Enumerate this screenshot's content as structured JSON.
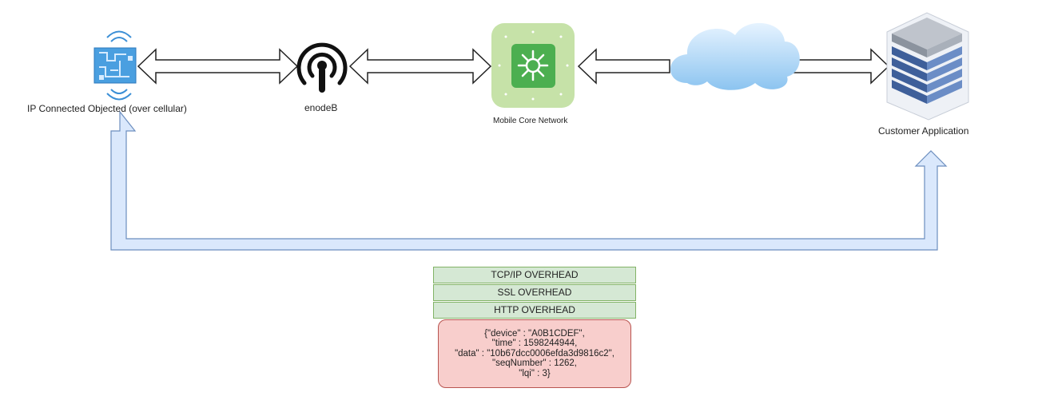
{
  "nodes": {
    "device": {
      "label": "IP Connected Objected (over cellular)",
      "icon": "iot-chip-icon"
    },
    "enodeb": {
      "label": "enodeB",
      "icon": "antenna-icon"
    },
    "core": {
      "label": "Mobile Core Network",
      "icon": "core-network-icon"
    },
    "cloud": {
      "icon": "cloud-icon"
    },
    "customer": {
      "label": "Customer Application",
      "icon": "server-rack-icon"
    }
  },
  "stack": {
    "layers": [
      "TCP/IP OVERHEAD",
      "SSL OVERHEAD",
      "HTTP OVERHEAD"
    ],
    "payload_lines": [
      "{\"device\" : \"A0B1CDEF\",",
      "\"time\" : 1598244944,",
      "\"data\" : \"10b67dcc0006efda3d9816c2\",",
      "\"seqNumber\" : 1262,",
      "\"lqi\" : 3}"
    ]
  },
  "colors": {
    "arrow_fill": "#dae8fc",
    "arrow_stroke": "#6c8ebf",
    "layer_fill": "#d5e8d4",
    "layer_stroke": "#82b366",
    "payload_fill": "#f8cecc",
    "payload_stroke": "#b85450",
    "core_bg": "#c6e2a8",
    "core_inner": "#5cb85c"
  }
}
